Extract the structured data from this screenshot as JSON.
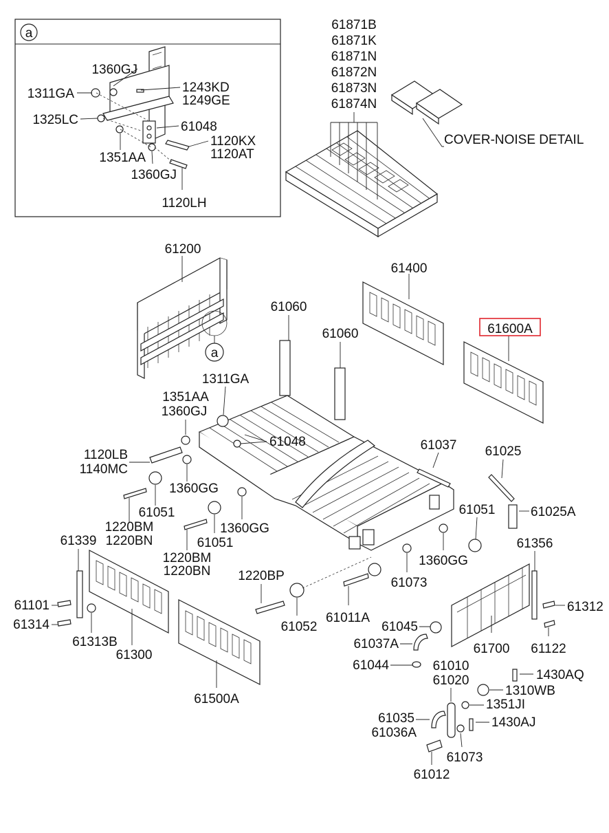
{
  "detail": {
    "marker": "a",
    "labels": [
      "1360GJ",
      "1311GA",
      "1243KD",
      "1249GE",
      "1325LC",
      "61048",
      "1120KX",
      "1120AT",
      "1351AA",
      "1360GJ",
      "1120LH"
    ]
  },
  "cover": {
    "labels": [
      "61871B",
      "61871K",
      "61871N",
      "61872N",
      "61873N",
      "61874N"
    ],
    "detail_text": "COVER-NOISE DETAIL"
  },
  "headboard": {
    "label": "61200",
    "marker": "a"
  },
  "tailgate_right_top": {
    "label": "61400"
  },
  "highlighted": {
    "label": "61600A",
    "highlight_color": "#e0242c"
  },
  "posts": [
    "61060",
    "61060"
  ],
  "left_hardware": [
    "1311GA",
    "1351AA",
    "1360GJ",
    "61048",
    "1120LB",
    "1140MC",
    "1360GG",
    "61051",
    "1220BM",
    "1220BN",
    "1360GG",
    "61051",
    "1220BM",
    "1220BN"
  ],
  "right_hardware": [
    "61037",
    "61025",
    "61051",
    "61025A",
    "1360GG",
    "61073",
    "61356"
  ],
  "lower_left": [
    "61339",
    "61101",
    "61314",
    "61313B",
    "61300",
    "61500A"
  ],
  "lower_center": [
    "1220BP",
    "61052",
    "61011A",
    "61045",
    "61037A",
    "61044"
  ],
  "lower_right": [
    "61700",
    "61312",
    "61122",
    "61010",
    "61020",
    "1430AQ",
    "1310WB",
    "1351JI",
    "61035",
    "61036A",
    "1430AJ",
    "61073",
    "61012"
  ]
}
